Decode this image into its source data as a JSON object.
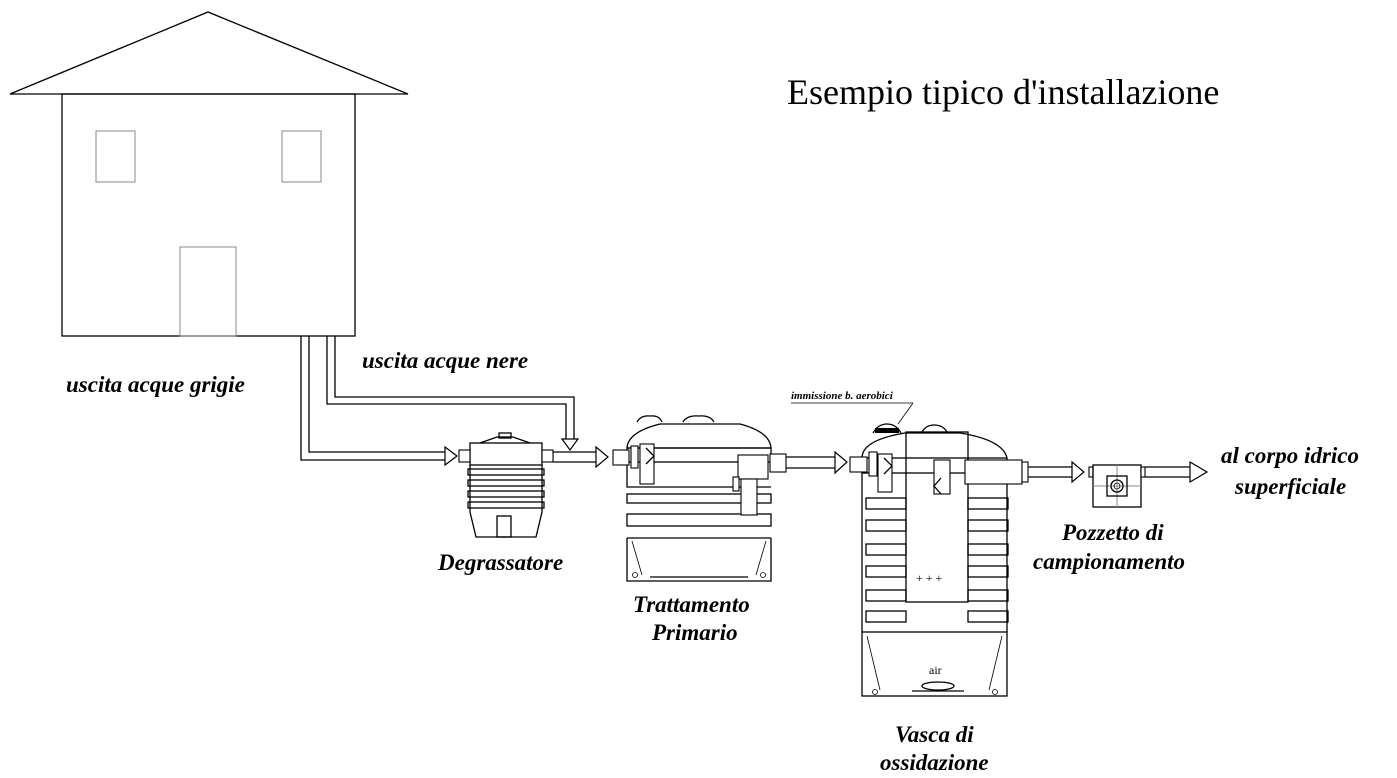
{
  "title": "Esempio tipico d'installazione",
  "labels": {
    "grey_water": "uscita acque grigie",
    "black_water": "uscita acque nere",
    "aerobic_inlet": "immissione b. aerobici",
    "grease_trap": "Degrassatore",
    "primary_line1": "Trattamento",
    "primary_line2": "Primario",
    "oxidation_line1": "Vasca di",
    "oxidation_line2": "ossidazione",
    "sampling_line1": "Pozzetto di",
    "sampling_line2": "campionamento",
    "outlet_line1": "al corpo idrico",
    "outlet_line2": "superficiale",
    "air": "air",
    "plus_marks": "+ + +"
  }
}
